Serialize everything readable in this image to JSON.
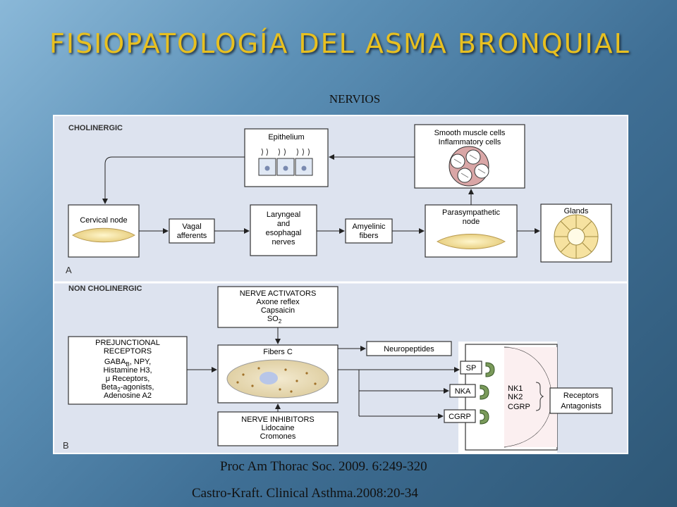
{
  "title": "FISIOPATOLOGÍA DEL ASMA BRONQUIAL",
  "subtitle": "NERVIOS",
  "citations": [
    "Proc Am Thorac Soc. 2009. 6:249-320",
    "Castro-Kraft. Clinical  Asthma.2008:20-34"
  ],
  "diagram": {
    "section_a": {
      "heading": "CHOLINERGIC",
      "marker": "A"
    },
    "section_b": {
      "heading": "NON CHOLINERGIC",
      "marker": "B"
    },
    "epithelium": "Epithelium",
    "smooth_muscle": [
      "Smooth muscle cells",
      "Inflammatory cells"
    ],
    "cervical_node": "Cervical node",
    "vagal": [
      "Vagal",
      "afferents"
    ],
    "laryngeal": [
      "Laryngeal",
      "and",
      "esophagal",
      "nerves"
    ],
    "amyelinic": [
      "Amyelinic",
      "fibers"
    ],
    "parasympathetic": [
      "Parasympathetic",
      "node"
    ],
    "glands": "Glands",
    "nerve_activators": [
      "NERVE ACTIVATORS",
      "Axone reflex",
      "Capsaicin",
      "SO"
    ],
    "so_sub": "2",
    "prejunctional": [
      "PREJUNCTIONAL",
      "RECEPTORS",
      "GABA",
      "NPY,",
      "Histamine H3,",
      "μ Receptors,",
      "Beta",
      "-agonists,",
      "Adenosine A2"
    ],
    "prejunctional_subs": [
      "B",
      "2"
    ],
    "fibers_c": "Fibers C",
    "neuropeptides": "Neuropeptides",
    "nerve_inhibitors": [
      "NERVE INHIBITORS",
      "Lidocaine",
      "Cromones"
    ],
    "sp": "SP",
    "nka": "NKA",
    "cgrp": "CGRP",
    "nk1": "NK1",
    "nk2": "NK2",
    "cgrp_receptor": "CGRP",
    "receptors": [
      "Receptors",
      "Antagonists"
    ]
  }
}
